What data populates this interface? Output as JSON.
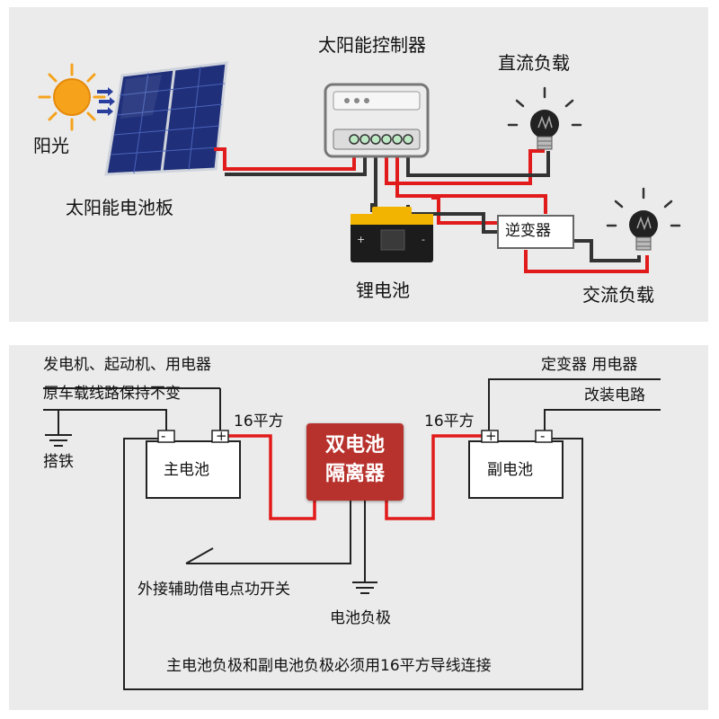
{
  "solar": {
    "sunlight": "阳光",
    "panel": "太阳能电池板",
    "controller": "太阳能控制器",
    "dc_load": "直流负载",
    "lithium_battery": "锂电池",
    "inverter": "逆变器",
    "ac_load": "交流负载"
  },
  "dual": {
    "generator_note": "发电机、起动机、用电器",
    "wiring_note": "原车载线路保持不变",
    "ground": "搭铁",
    "main_battery": "主电池",
    "aux_battery": "副电池",
    "wire_left": "16平方",
    "wire_right": "16平方",
    "isolator_line1": "双电池",
    "isolator_line2": "隔离器",
    "fixed_device": "定变器 用电器",
    "modified_circuit": "改装电路",
    "switch": "外接辅助借电点功开关",
    "battery_negative": "电池负极",
    "note": "主电池负极和副电池负极必须用16平方导线连接",
    "plus": "+",
    "minus": "-"
  },
  "colors": {
    "wire_red": "#e11b1b",
    "wire_dark": "#333333",
    "isolator": "#b8322d",
    "sun": "#f5a31c"
  }
}
